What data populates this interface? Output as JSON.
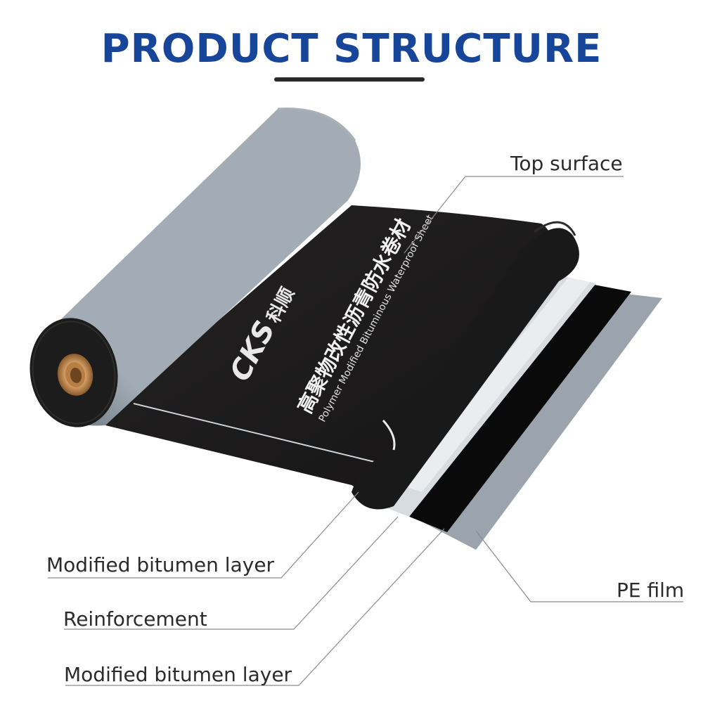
{
  "header": {
    "title": "PRODUCT STRUCTURE"
  },
  "sheet": {
    "brand_mark": "CKS",
    "brand_name_cn": "科顺",
    "product_name_cn": "高聚物改性沥青防水卷材",
    "product_name_en": "Polymer Modified Bituminous Waterproof Sheet"
  },
  "labels": {
    "top_surface": "Top surface",
    "modified_bitumen_layer_1": "Modified bitumen layer",
    "reinforcement": "Reinforcement",
    "modified_bitumen_layer_2": "Modified bitumen layer",
    "pe_film": "PE film"
  },
  "colors": {
    "title": "#16459a",
    "roll_gray": "#7f8a94",
    "sheet_black": "#1c1b1b",
    "core_brown": "#c08a52",
    "pe_film": "#9aa3ac"
  }
}
